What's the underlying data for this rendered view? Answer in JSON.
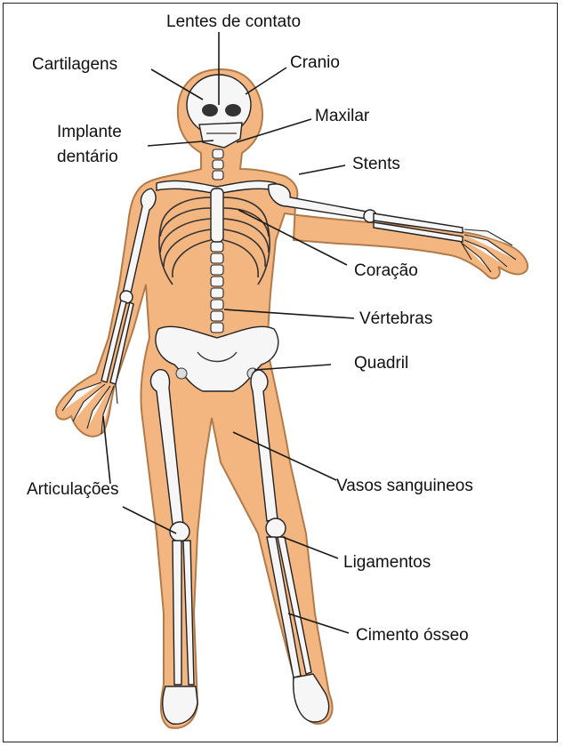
{
  "diagram": {
    "colors": {
      "body_fill": "#f4b681",
      "body_outline": "#b07a4a",
      "bone_fill": "#f6f6f6",
      "bone_outline": "#222222",
      "text": "#111111"
    },
    "labels": {
      "lentes_de_contato": "Lentes de contato",
      "cartilagens": "Cartilagens",
      "cranio": "Cranio",
      "maxilar": "Maxilar",
      "implante_line1": "Implante",
      "implante_line2": "dentário",
      "stents": "Stents",
      "coracao": "Coração",
      "vertebras": "Vértebras",
      "quadril": "Quadril",
      "vasos_sanguineos": "Vasos sanguineos",
      "articulacoes": "Articulações",
      "ligamentos": "Ligamentos",
      "cimento_osseo": "Cimento ósseo"
    }
  }
}
